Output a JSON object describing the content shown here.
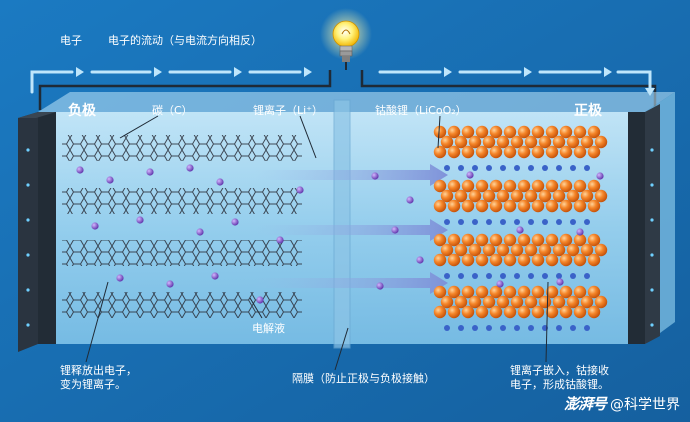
{
  "labels": {
    "electron": "电子",
    "electron_flow": "电子的流动（与电流方向相反）",
    "negative": "负极",
    "positive": "正极",
    "carbon": "碳（C）",
    "li_ion": "锂离子（Li⁺）",
    "licoo2": "钴酸锂（LiCoO₂）",
    "electrolyte": "电解液",
    "separator": "隔膜（防止正极与负极接触）",
    "left_note_1": "锂释放出电子，",
    "left_note_2": "变为锂离子。",
    "right_note_1": "锂离子嵌入，钴接收",
    "right_note_2": "电子，形成钴酸锂。"
  },
  "watermark": {
    "logo": "澎湃号",
    "account": "@科学世界"
  },
  "colors": {
    "background": "#1b6fb4",
    "cobalt_ball": "#f07a1a",
    "li_ion": "#7a4ec2",
    "bulb": "#ffe14a"
  }
}
